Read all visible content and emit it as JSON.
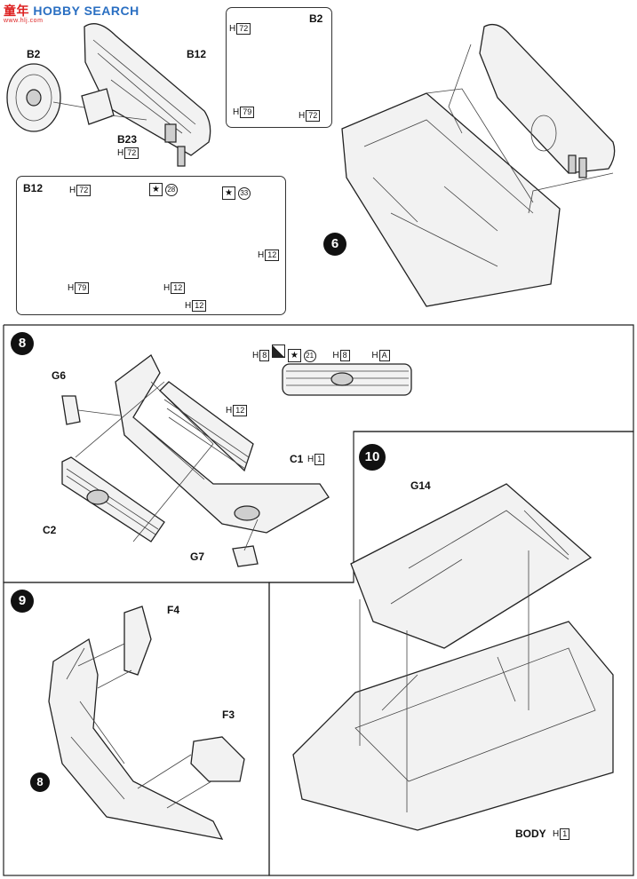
{
  "watermark": {
    "cn": "童年",
    "en": "HOBBY SEARCH",
    "sub": "www.hlj.com"
  },
  "steps": {
    "s6": "6",
    "s8": "8",
    "s9": "9",
    "s10": "10"
  },
  "step7": {
    "b12": "B12",
    "b2": "B2",
    "b23": "B23",
    "h72": "H",
    "h72box": "72",
    "b2_callout": {
      "title": "B2",
      "h72a": "H",
      "h72a_box": "72",
      "h79": "H",
      "h79_box": "79",
      "h72b": "H",
      "h72b_box": "72"
    },
    "b12_callout": {
      "title": "B12",
      "h72": "H",
      "h72_box": "72",
      "c28": "28",
      "c33": "33",
      "h12a": "H",
      "h12a_box": "12",
      "h79": "H",
      "h79_box": "79",
      "h12b": "H",
      "h12b_box": "12",
      "h12c": "H",
      "h12c_box": "12"
    }
  },
  "step8": {
    "g6": "G6",
    "h12": "H",
    "h12_box": "12",
    "c1": "C1",
    "h1": "H",
    "h1_box": "1",
    "c2": "C2",
    "g7": "G7",
    "grille_colors": {
      "h8a": "H",
      "h8a_box": "8",
      "c21": "21",
      "h8b": "H",
      "h8b_box": "8",
      "ha": "H",
      "ha_box": "A"
    }
  },
  "step9": {
    "f4": "F4",
    "f3": "F3",
    "ref8": "8"
  },
  "step10": {
    "g14": "G14",
    "body": "BODY",
    "h1": "H",
    "h1_box": "1"
  }
}
